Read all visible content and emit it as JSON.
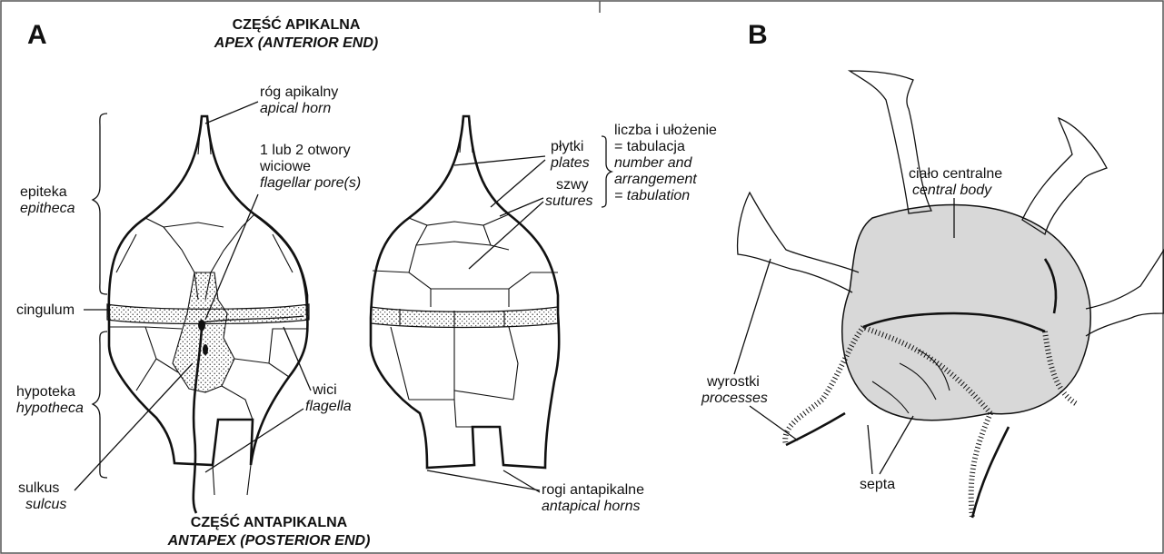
{
  "panels": {
    "a": "A",
    "b": "B"
  },
  "top_header": {
    "line1": "CZĘŚĆ APIKALNA",
    "line2": "APEX (ANTERIOR END)"
  },
  "bottom_header": {
    "line1": "CZĘŚĆ ANTAPIKALNA",
    "line2": "ANTAPEX (POSTERIOR END)"
  },
  "labels": {
    "apical_horn": {
      "pl": "róg apikalny",
      "en": "apical horn"
    },
    "flagellar_pores": {
      "pl1": "1 lub 2 otwory",
      "pl2": "wiciowe",
      "en": "flagellar pore(s)"
    },
    "epitheca": {
      "pl": "epiteka",
      "en": "epitheca"
    },
    "cingulum": {
      "pl": "cingulum"
    },
    "hypotheca": {
      "pl": "hypoteka",
      "en": "hypotheca"
    },
    "flagella": {
      "pl": "wici",
      "en": "flagella"
    },
    "sulcus": {
      "pl": "sulkus",
      "en": "sulcus"
    },
    "plates": {
      "pl": "płytki",
      "en": "plates"
    },
    "sutures": {
      "pl": "szwy",
      "en": "sutures"
    },
    "tabulation": {
      "l1": "liczba i ułożenie",
      "l2": "= tabulacja",
      "l3": "number and",
      "l4": "arrangement",
      "l5": "= tabulation"
    },
    "antapical_horns": {
      "pl": "rogi antapikalne",
      "en": "antapical horns"
    },
    "central_body": {
      "pl": "ciało centralne",
      "en": "central body"
    },
    "processes": {
      "pl": "wyrostki",
      "en": "processes"
    },
    "septa": {
      "pl": "septa"
    }
  }
}
